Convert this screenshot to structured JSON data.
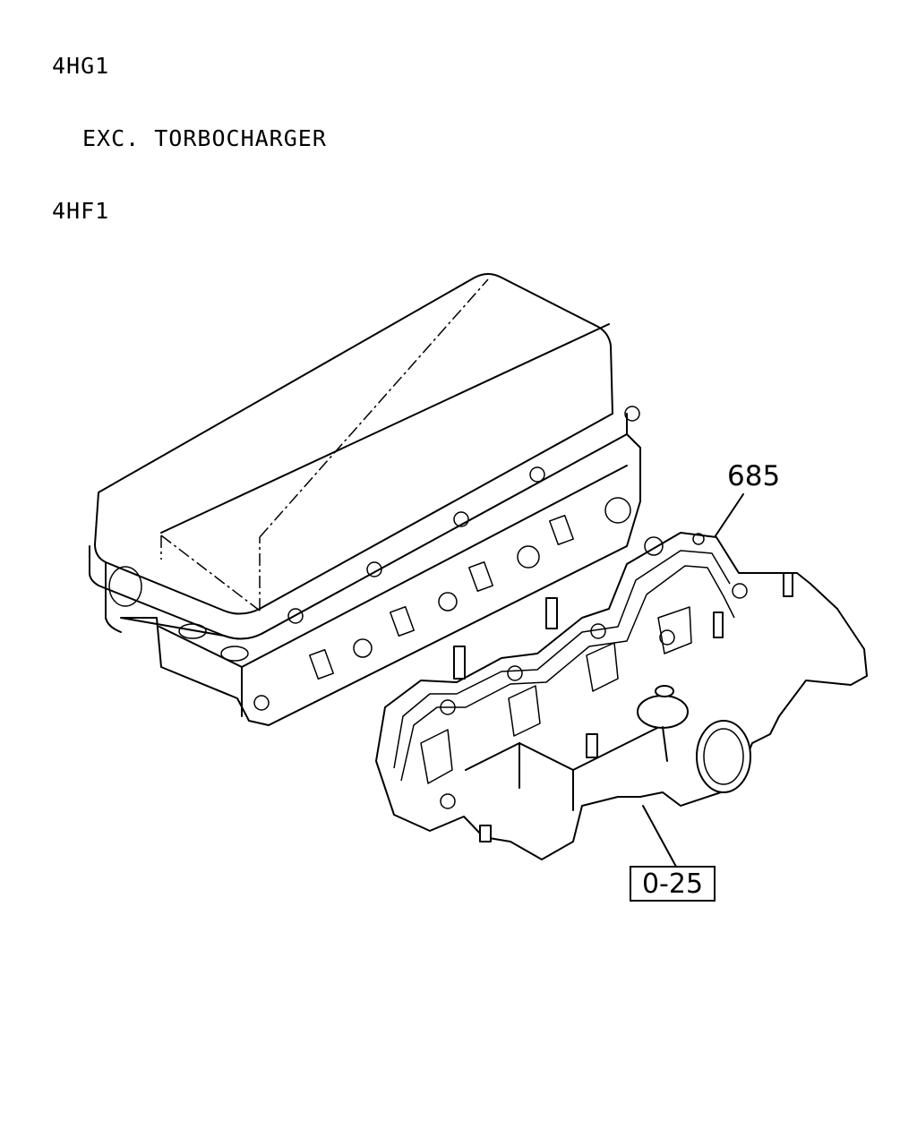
{
  "header": {
    "line1": "4HG1",
    "line2": "EXC. TORBOCHARGER",
    "line3": "4HF1"
  },
  "callouts": {
    "part_number": "685",
    "reference": "0-25"
  }
}
